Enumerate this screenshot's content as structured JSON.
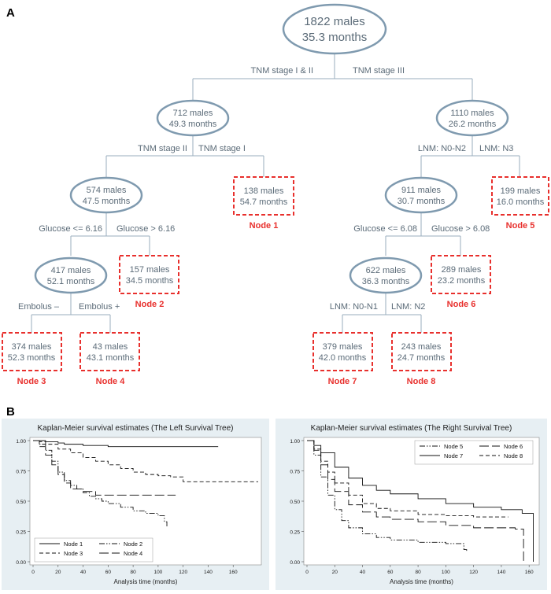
{
  "panel_a_label": "A",
  "panel_b_label": "B",
  "tree": {
    "root": {
      "line1": "1822 males",
      "line2": "35.3 months"
    },
    "split_root_left": "TNM stage  I & II",
    "split_root_right": "TNM stage  III",
    "n712": {
      "line1": "712 males",
      "line2": "49.3 months"
    },
    "n1110": {
      "line1": "1110 males",
      "line2": "26.2 months"
    },
    "split_712_left": "TNM stage II",
    "split_712_right": "TNM stage I",
    "split_1110_left": "LNM:  N0-N2",
    "split_1110_right": "LNM:   N3",
    "n574": {
      "line1": "574 males",
      "line2": "47.5 months"
    },
    "node1": {
      "line1": "138 males",
      "line2": "54.7 months",
      "label": "Node 1"
    },
    "n911": {
      "line1": "911 males",
      "line2": "30.7 months"
    },
    "node5": {
      "line1": "199 males",
      "line2": "16.0 months",
      "label": "Node 5"
    },
    "split_574_left": "Glucose <= 6.16",
    "split_574_right": "Glucose > 6.16",
    "split_911_left": "Glucose <= 6.08",
    "split_911_right": "Glucose > 6.08",
    "n417": {
      "line1": "417 males",
      "line2": "52.1 months"
    },
    "node2": {
      "line1": "157 males",
      "line2": "34.5 months",
      "label": "Node 2"
    },
    "n622": {
      "line1": "622 males",
      "line2": "36.3 months"
    },
    "node6": {
      "line1": "289 males",
      "line2": "23.2 months",
      "label": "Node 6"
    },
    "split_417_left": "Embolus –",
    "split_417_right": "Embolus +",
    "split_622_left": "LNM:  N0-N1",
    "split_622_right": "LNM:  N2",
    "node3": {
      "line1": "374 males",
      "line2": "52.3 months",
      "label": "Node 3"
    },
    "node4": {
      "line1": "43 males",
      "line2": "43.1 months",
      "label": "Node 4"
    },
    "node7": {
      "line1": "379 males",
      "line2": "42.0 months",
      "label": "Node 7"
    },
    "node8": {
      "line1": "243 males",
      "line2": "24.7 months",
      "label": "Node 8"
    }
  },
  "colors": {
    "ellipse_stroke": "#7f9aaf",
    "tree_text": "#5b6b78",
    "tree_line": "#9aaebd",
    "terminal_box": "#e8302d",
    "terminal_label": "#e8302d",
    "plot_bg": "#e7eff3"
  },
  "chart_data": [
    {
      "type": "line",
      "title": "Kaplan-Meier survival estimates (The Left Survival Tree)",
      "xlabel": "Analysis time (months)",
      "ylabel": "",
      "xlim": [
        0,
        180
      ],
      "ylim": [
        0,
        1
      ],
      "xticks": [
        "0",
        "20",
        "40",
        "60",
        "80",
        "100",
        "120",
        "140",
        "160"
      ],
      "yticks": [
        "0.00",
        "0.25",
        "0.50",
        "0.75",
        "1.00"
      ],
      "legend_position": "bottom-left",
      "series": [
        {
          "name": "Node 1",
          "style": "solid",
          "x": [
            0,
            5,
            10,
            20,
            25,
            40,
            60,
            148
          ],
          "y": [
            1.0,
            1.0,
            0.99,
            0.98,
            0.97,
            0.96,
            0.95,
            0.95
          ]
        },
        {
          "name": "Node 2",
          "style": "dashdotdot",
          "x": [
            0,
            5,
            10,
            15,
            20,
            25,
            30,
            35,
            40,
            45,
            50,
            55,
            60,
            70,
            80,
            90,
            100,
            105,
            107
          ],
          "y": [
            1.0,
            0.97,
            0.92,
            0.83,
            0.74,
            0.67,
            0.63,
            0.6,
            0.57,
            0.54,
            0.52,
            0.5,
            0.48,
            0.45,
            0.42,
            0.4,
            0.38,
            0.33,
            0.28
          ]
        },
        {
          "name": "Node 3",
          "style": "dashed",
          "x": [
            0,
            5,
            10,
            20,
            30,
            40,
            50,
            60,
            70,
            80,
            90,
            100,
            110,
            120,
            160,
            180
          ],
          "y": [
            1.0,
            0.99,
            0.97,
            0.93,
            0.9,
            0.86,
            0.83,
            0.8,
            0.77,
            0.74,
            0.72,
            0.71,
            0.7,
            0.66,
            0.66,
            0.66
          ]
        },
        {
          "name": "Node 4",
          "style": "longdash",
          "x": [
            0,
            5,
            10,
            15,
            20,
            25,
            30,
            40,
            50,
            60,
            80,
            100,
            114
          ],
          "y": [
            1.0,
            0.95,
            0.88,
            0.8,
            0.72,
            0.65,
            0.6,
            0.58,
            0.55,
            0.55,
            0.55,
            0.55,
            0.55
          ]
        }
      ]
    },
    {
      "type": "line",
      "title": "Kaplan-Meier survival estimates (The Right Survival Tree)",
      "xlabel": "Analysis time (months)",
      "ylabel": "",
      "xlim": [
        0,
        165
      ],
      "ylim": [
        0,
        1
      ],
      "xticks": [
        "0",
        "20",
        "40",
        "60",
        "80",
        "100",
        "120",
        "140",
        "160"
      ],
      "yticks": [
        "0.00",
        "0.25",
        "0.50",
        "0.75",
        "1.00"
      ],
      "legend_position": "top-right",
      "series": [
        {
          "name": "Node 5",
          "style": "dashdotdot",
          "x": [
            0,
            5,
            10,
            15,
            20,
            25,
            30,
            40,
            50,
            60,
            80,
            100,
            110,
            113,
            115
          ],
          "y": [
            1.0,
            0.88,
            0.7,
            0.55,
            0.43,
            0.34,
            0.28,
            0.23,
            0.2,
            0.18,
            0.16,
            0.15,
            0.15,
            0.1,
            0.08
          ]
        },
        {
          "name": "Node 6",
          "style": "longdash",
          "x": [
            0,
            5,
            10,
            15,
            20,
            30,
            40,
            50,
            60,
            80,
            100,
            120,
            150,
            155,
            156
          ],
          "y": [
            1.0,
            0.92,
            0.8,
            0.68,
            0.58,
            0.47,
            0.41,
            0.37,
            0.35,
            0.33,
            0.3,
            0.28,
            0.27,
            0.27,
            0.0
          ]
        },
        {
          "name": "Node 7",
          "style": "solid",
          "x": [
            0,
            5,
            10,
            20,
            30,
            40,
            50,
            60,
            80,
            100,
            120,
            140,
            155,
            163,
            163
          ],
          "y": [
            1.0,
            0.96,
            0.9,
            0.78,
            0.69,
            0.63,
            0.59,
            0.56,
            0.52,
            0.48,
            0.45,
            0.43,
            0.4,
            0.4,
            0.0
          ]
        },
        {
          "name": "Node 8",
          "style": "dashed",
          "x": [
            0,
            5,
            10,
            15,
            20,
            30,
            40,
            50,
            60,
            80,
            100,
            120,
            140,
            145
          ],
          "y": [
            1.0,
            0.93,
            0.83,
            0.74,
            0.65,
            0.55,
            0.48,
            0.44,
            0.42,
            0.39,
            0.38,
            0.37,
            0.37,
            0.37
          ]
        }
      ]
    }
  ]
}
